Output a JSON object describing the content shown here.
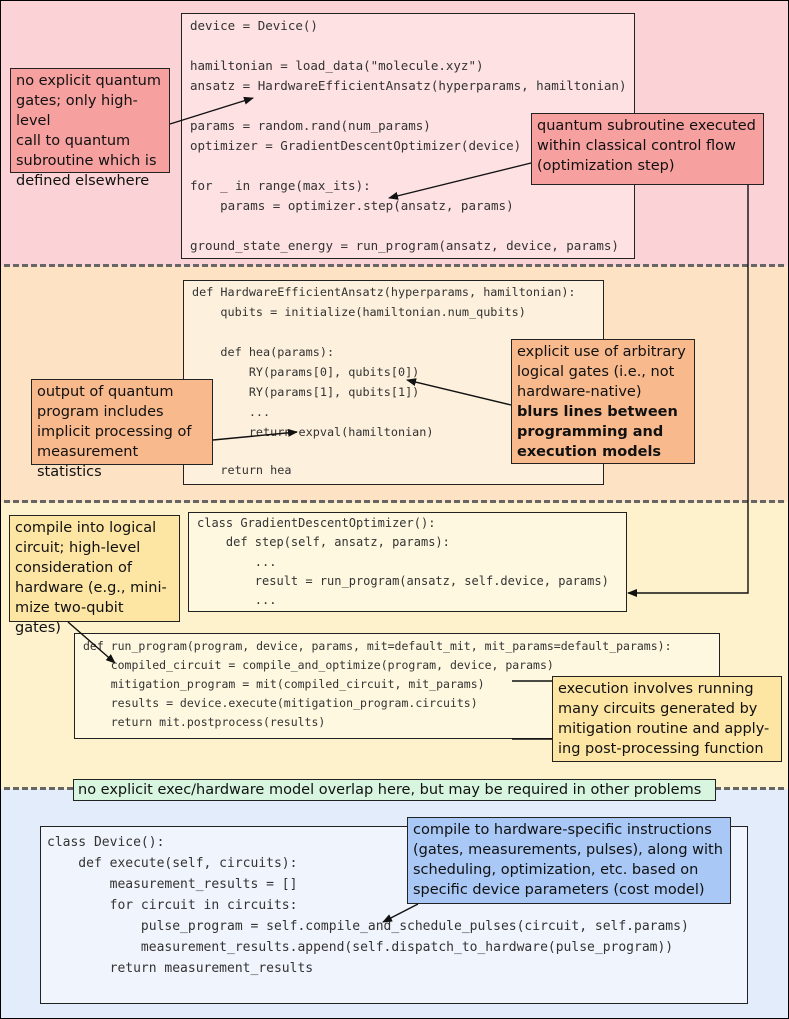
{
  "colors": {
    "band1": "#fbd3d6",
    "band2": "#fde3c4",
    "band3": "#fef2cc",
    "band4": "#e3ecfb",
    "note_red": "#f6a0a0",
    "note_orange": "#f8b98c",
    "note_yellow": "#fde5a3",
    "note_green": "#d7f5df",
    "note_blue": "#a9c8f5"
  },
  "blocks": {
    "main": {
      "lines": [
        "device = Device()",
        "",
        "hamiltonian = load_data(\"molecule.xyz\")",
        "ansatz = HardwareEfficientAnsatz(hyperparams, hamiltonian)",
        "",
        "params = random.rand(num_params)",
        "optimizer = GradientDescentOptimizer(device)",
        "",
        "for _ in range(max_its):",
        "    params = optimizer.step(ansatz, params)",
        "",
        "ground_state_energy = run_program(ansatz, device, params)"
      ]
    },
    "hea": {
      "lines": [
        "def HardwareEfficientAnsatz(hyperparams, hamiltonian):",
        "    qubits = initialize(hamiltonian.num_qubits)",
        "",
        "    def hea(params):",
        "        RY(params[0], qubits[0])",
        "        RY(params[1], qubits[1])",
        "        ...",
        "        return expval(hamiltonian)",
        "",
        "    return hea"
      ]
    },
    "optimizer": {
      "lines": [
        "class GradientDescentOptimizer():",
        "    def step(self, ansatz, params):",
        "        ...",
        "        result = run_program(ansatz, self.device, params)",
        "        ..."
      ]
    },
    "run_program": {
      "lines": [
        "def run_program(program, device, params, mit=default_mit, mit_params=default_params):",
        "    compiled_circuit = compile_and_optimize(program, device, params)",
        "    mitigation_program = mit(compiled_circuit, mit_params)",
        "    results = device.execute(mitigation_program.circuits)",
        "    return mit.postprocess(results)"
      ]
    },
    "device": {
      "lines": [
        "class Device():",
        "    def execute(self, circuits):",
        "        measurement_results = []",
        "        for circuit in circuits:",
        "            pulse_program = self.compile_and_schedule_pulses(circuit, self.params)",
        "            measurement_results.append(self.dispatch_to_hardware(pulse_program))",
        "        return measurement_results"
      ]
    }
  },
  "notes": {
    "no_gates": [
      "no explicit quantum",
      "gates; only high-level",
      "call to quantum",
      "subroutine which is",
      "defined elsewhere"
    ],
    "subroutine": [
      "quantum subroutine executed",
      "within classical control flow",
      "(optimization step)"
    ],
    "output": [
      "output of quantum",
      "program includes",
      "implicit processing of",
      "measurement statistics"
    ],
    "logical_gates": [
      "explicit use of arbitrary",
      "logical gates (i.e., not",
      "hardware-native)"
    ],
    "logical_gates_bold": [
      "blurs lines between",
      "programming and",
      "execution models"
    ],
    "compile_logical": [
      "compile into logical",
      "circuit; high-level",
      "consideration of",
      "hardware (e.g., mini-",
      "mize two-qubit gates)"
    ],
    "execution": [
      "execution involves running",
      "many circuits generated by",
      "mitigation routine and apply-",
      "ing post-processing function"
    ],
    "no_overlap": "no explicit exec/hardware model overlap here, but may be required in other problems",
    "hardware_compile": [
      "compile to hardware-specific instructions",
      "(gates, measurements, pulses), along with",
      "scheduling,  optimization, etc. based on",
      "specific device parameters (cost model)"
    ]
  }
}
